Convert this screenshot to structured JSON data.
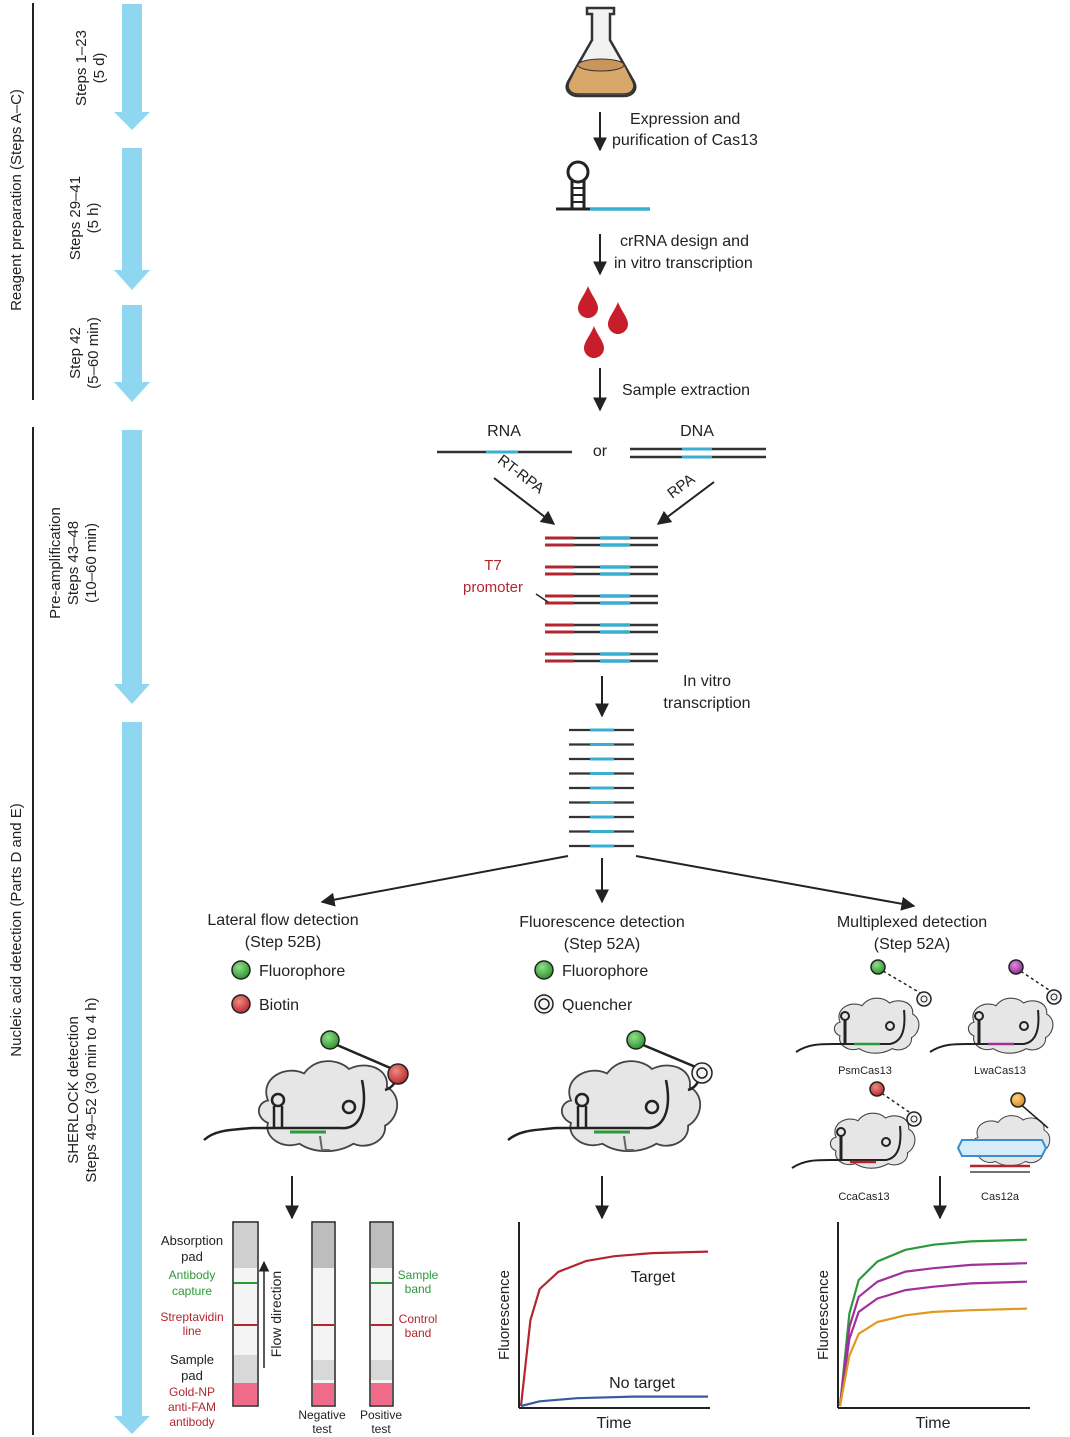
{
  "sidebar": {
    "phase_reagent": "Reagent preparation (Steps A–C)",
    "phase_nucleic": "Nucleic acid detection (Parts D and E)",
    "stages": [
      {
        "line1": "Steps 1–23",
        "line2": "(5 d)"
      },
      {
        "line1": "Steps 29–41",
        "line2": "(5 h)"
      },
      {
        "line1": "Step 42",
        "line2": "(5–60 min)"
      },
      {
        "line1": "Pre-amplification",
        "line2": "Steps 43–48",
        "line3": "(10–60 min)"
      },
      {
        "line1": "SHERLOCK detection",
        "line2": "Steps 49–52 (30 min to 4 h)"
      }
    ]
  },
  "workflow": {
    "step_expression_1": "Expression and",
    "step_expression_2": "purification of Cas13",
    "step_crrna_1": "crRNA design and",
    "step_crrna_2": "in vitro transcription",
    "step_sample": "Sample extraction",
    "rna_label": "RNA",
    "or_label": "or",
    "dna_label": "DNA",
    "rt_rpa": "RT-RPA",
    "rpa": "RPA",
    "t7_1": "T7",
    "t7_2": "promoter",
    "ivt_1": "In vitro",
    "ivt_2": "transcription"
  },
  "branches": {
    "lateral": {
      "title": "Lateral flow detection",
      "step": "(Step 52B)",
      "legend1": "Fluorophore",
      "legend2": "Biotin",
      "absorption_1": "Absorption",
      "absorption_2": "pad",
      "antibody_1": "Antibody",
      "antibody_2": "capture",
      "strept_1": "Streptavidin",
      "strept_2": "line",
      "sample_1": "Sample",
      "sample_2": "pad",
      "gold_1": "Gold-NP",
      "gold_2": "anti-FAM",
      "gold_3": "antibody",
      "flow": "Flow direction",
      "neg_1": "Negative",
      "neg_2": "test",
      "pos_1": "Positive",
      "pos_2": "test",
      "sample_band_1": "Sample",
      "sample_band_2": "band",
      "control_band_1": "Control",
      "control_band_2": "band"
    },
    "fluor": {
      "title": "Fluorescence detection",
      "step": "(Step 52A)",
      "legend1": "Fluorophore",
      "legend2": "Quencher",
      "ylabel": "Fluorescence",
      "xlabel": "Time",
      "target": "Target",
      "notarget": "No target"
    },
    "multi": {
      "title": "Multiplexed detection",
      "step": "(Step 52A)",
      "enzymes": [
        "PsmCas13",
        "LwaCas13",
        "CcaCas13",
        "Cas12a"
      ],
      "ylabel": "Fluorescence",
      "xlabel": "Time"
    }
  },
  "colors": {
    "arrow_blue": "#8fd6f0",
    "cyan": "#3aaed0",
    "red": "#b3262f",
    "green": "#2c9a3a",
    "magenta": "#a0309a",
    "orange": "#e09a20",
    "pink": "#f06a8a"
  },
  "chart_data": [
    {
      "type": "line",
      "xlabel": "Time",
      "ylabel": "Fluorescence",
      "series": [
        {
          "name": "Target",
          "x": [
            0,
            0.05,
            0.1,
            0.2,
            0.35,
            0.5,
            0.7,
            1.0
          ],
          "y": [
            0,
            0.55,
            0.75,
            0.86,
            0.93,
            0.96,
            0.98,
            0.99
          ]
        },
        {
          "name": "No target",
          "x": [
            0,
            0.1,
            0.3,
            0.6,
            1.0
          ],
          "y": [
            0,
            0.03,
            0.05,
            0.06,
            0.06
          ]
        }
      ]
    },
    {
      "type": "line",
      "xlabel": "Time",
      "ylabel": "Fluorescence",
      "series": [
        {
          "x": [
            0,
            0.05,
            0.1,
            0.2,
            0.35,
            0.5,
            0.7,
            1.0
          ],
          "y": [
            0,
            0.55,
            0.75,
            0.86,
            0.93,
            0.96,
            0.98,
            0.99
          ]
        },
        {
          "x": [
            0,
            0.05,
            0.1,
            0.2,
            0.35,
            0.5,
            0.7,
            1.0
          ],
          "y": [
            0,
            0.47,
            0.65,
            0.74,
            0.8,
            0.82,
            0.84,
            0.85
          ]
        },
        {
          "x": [
            0,
            0.05,
            0.1,
            0.2,
            0.35,
            0.5,
            0.7,
            1.0
          ],
          "y": [
            0,
            0.4,
            0.56,
            0.64,
            0.69,
            0.71,
            0.73,
            0.74
          ]
        },
        {
          "x": [
            0,
            0.05,
            0.1,
            0.2,
            0.35,
            0.5,
            0.7,
            1.0
          ],
          "y": [
            0,
            0.3,
            0.43,
            0.5,
            0.54,
            0.56,
            0.57,
            0.58
          ]
        }
      ]
    }
  ]
}
